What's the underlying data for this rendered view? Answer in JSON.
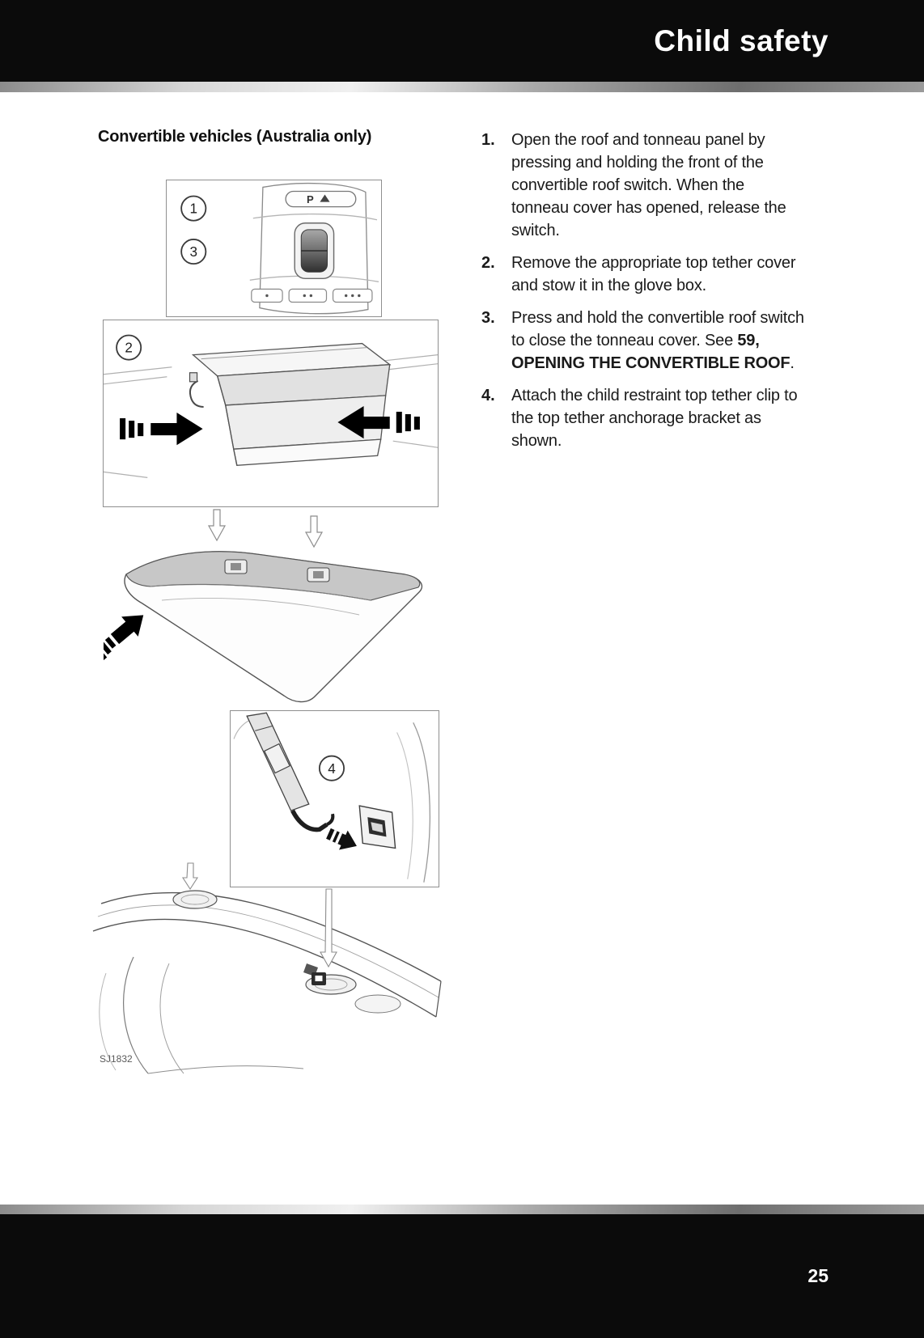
{
  "header": {
    "title": "Child safety"
  },
  "content": {
    "heading": "Convertible vehicles (Australia only)",
    "steps": [
      {
        "num": "1.",
        "text": "Open the roof and tonneau panel by pressing and holding the front of the convertible roof switch. When the tonneau cover has opened, release the switch."
      },
      {
        "num": "2.",
        "text": "Remove the appropriate top tether cover and stow it in the glove box."
      },
      {
        "num": "3.",
        "pre": "Press and hold the convertible roof switch to close the tonneau cover. See ",
        "bold": "59, OPENING THE CONVERTIBLE ROOF",
        "post": "."
      },
      {
        "num": "4.",
        "text": "Attach the child restraint top tether clip to the top tether anchorage bracket as shown."
      }
    ]
  },
  "figures": {
    "callout_1": "1",
    "callout_2": "2",
    "callout_3": "3",
    "callout_4": "4",
    "park_button_label": "P",
    "figure_code": "SJ1832"
  },
  "footer": {
    "page_number": "25"
  },
  "colors": {
    "header_bg": "#0b0b0b",
    "body_text": "#1a1a1a",
    "rule_gray": "#9b9b9b"
  }
}
